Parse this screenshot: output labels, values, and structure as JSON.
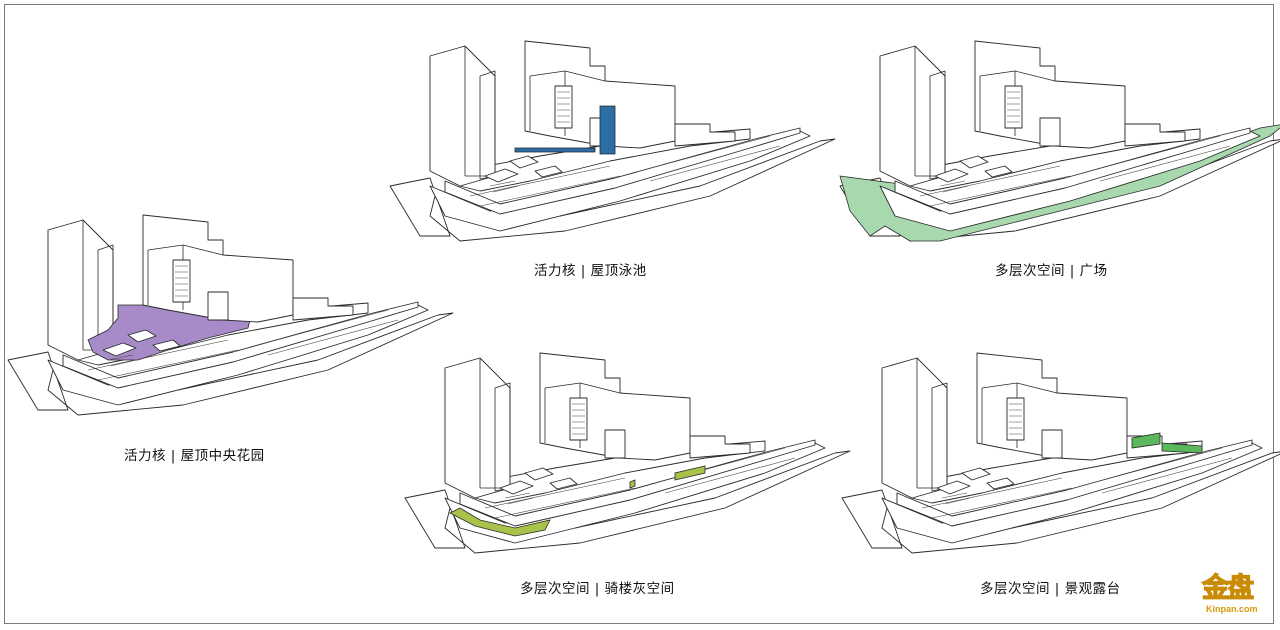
{
  "panels": [
    {
      "id": "pool",
      "caption": "活力核 | 屋顶泳池",
      "highlight": "#2b6ea6"
    },
    {
      "id": "plaza",
      "caption": "多层次空间 | 广场",
      "highlight": "#a8d8ae"
    },
    {
      "id": "garden",
      "caption": "活力核 | 屋顶中央花园",
      "highlight": "#a78bc9"
    },
    {
      "id": "arcade",
      "caption": "多层次空间 | 骑楼灰空间",
      "highlight": "#a9c34a"
    },
    {
      "id": "terrace",
      "caption": "多层次空间 | 景观露台",
      "highlight": "#5cb85c"
    }
  ],
  "logo": {
    "main": "金盘",
    "sub": "Kinpan.com"
  }
}
